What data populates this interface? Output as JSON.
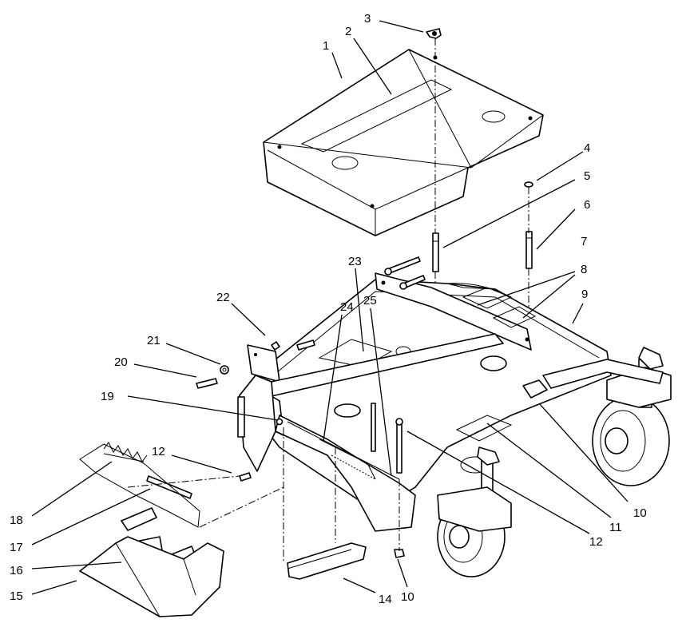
{
  "figure": {
    "type": "exploded parts diagram",
    "callouts": [
      {
        "id": "c1",
        "label": "1"
      },
      {
        "id": "c2",
        "label": "2"
      },
      {
        "id": "c3",
        "label": "3"
      },
      {
        "id": "c4",
        "label": "4"
      },
      {
        "id": "c5",
        "label": "5"
      },
      {
        "id": "c6",
        "label": "6"
      },
      {
        "id": "c7",
        "label": "7"
      },
      {
        "id": "c8",
        "label": "8"
      },
      {
        "id": "c9",
        "label": "9"
      },
      {
        "id": "c10a",
        "label": "10"
      },
      {
        "id": "c10b",
        "label": "10"
      },
      {
        "id": "c11",
        "label": "11"
      },
      {
        "id": "c12a",
        "label": "12"
      },
      {
        "id": "c12b",
        "label": "12"
      },
      {
        "id": "c14",
        "label": "14"
      },
      {
        "id": "c15",
        "label": "15"
      },
      {
        "id": "c16",
        "label": "16"
      },
      {
        "id": "c17",
        "label": "17"
      },
      {
        "id": "c18",
        "label": "18"
      },
      {
        "id": "c19",
        "label": "19"
      },
      {
        "id": "c20",
        "label": "20"
      },
      {
        "id": "c21",
        "label": "21"
      },
      {
        "id": "c22",
        "label": "22"
      },
      {
        "id": "c23",
        "label": "23"
      },
      {
        "id": "c24",
        "label": "24"
      },
      {
        "id": "c25",
        "label": "25"
      }
    ]
  }
}
